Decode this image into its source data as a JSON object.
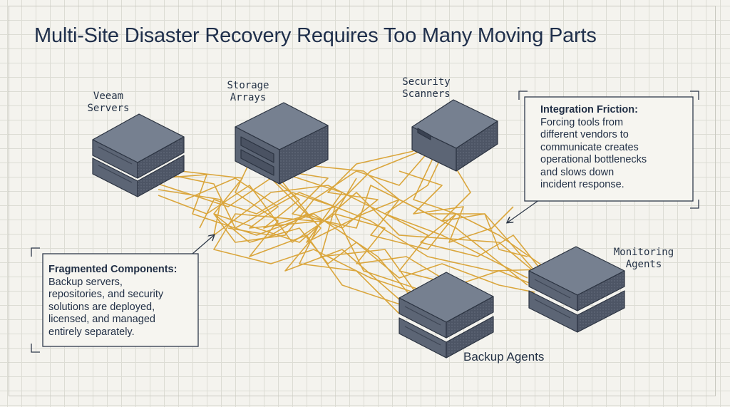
{
  "title": "Multi-Site Disaster Recovery Requires Too Many Moving Parts",
  "nodes": {
    "veeam_servers": [
      "Veeam",
      "Servers"
    ],
    "storage_arrays": [
      "Storage",
      "Arrays"
    ],
    "security_scanners": [
      "Security",
      "Scanners"
    ],
    "monitoring_agents": [
      "Monitoring",
      "Agents"
    ],
    "backup_agents": [
      "Backup Agents"
    ]
  },
  "callouts": {
    "integration_friction": {
      "heading": "Integration Friction:",
      "lines": [
        "Forcing tools from",
        "different vendors to",
        "communicate creates",
        "operational bottlenecks",
        "and slows down",
        "incident response."
      ]
    },
    "fragmented_components": {
      "heading": "Fragmented Components:",
      "lines": [
        "Backup servers,",
        "repositories, and security",
        "solutions are deployed,",
        "licensed, and managed",
        "entirely separately."
      ]
    }
  },
  "colors": {
    "title": "#1f2f4b",
    "device_top": "#737c8c",
    "device_side": "#5a6373",
    "device_front": "#4a5262",
    "tangle_lines": "#d9a233",
    "grid": "#dcdcd4"
  }
}
